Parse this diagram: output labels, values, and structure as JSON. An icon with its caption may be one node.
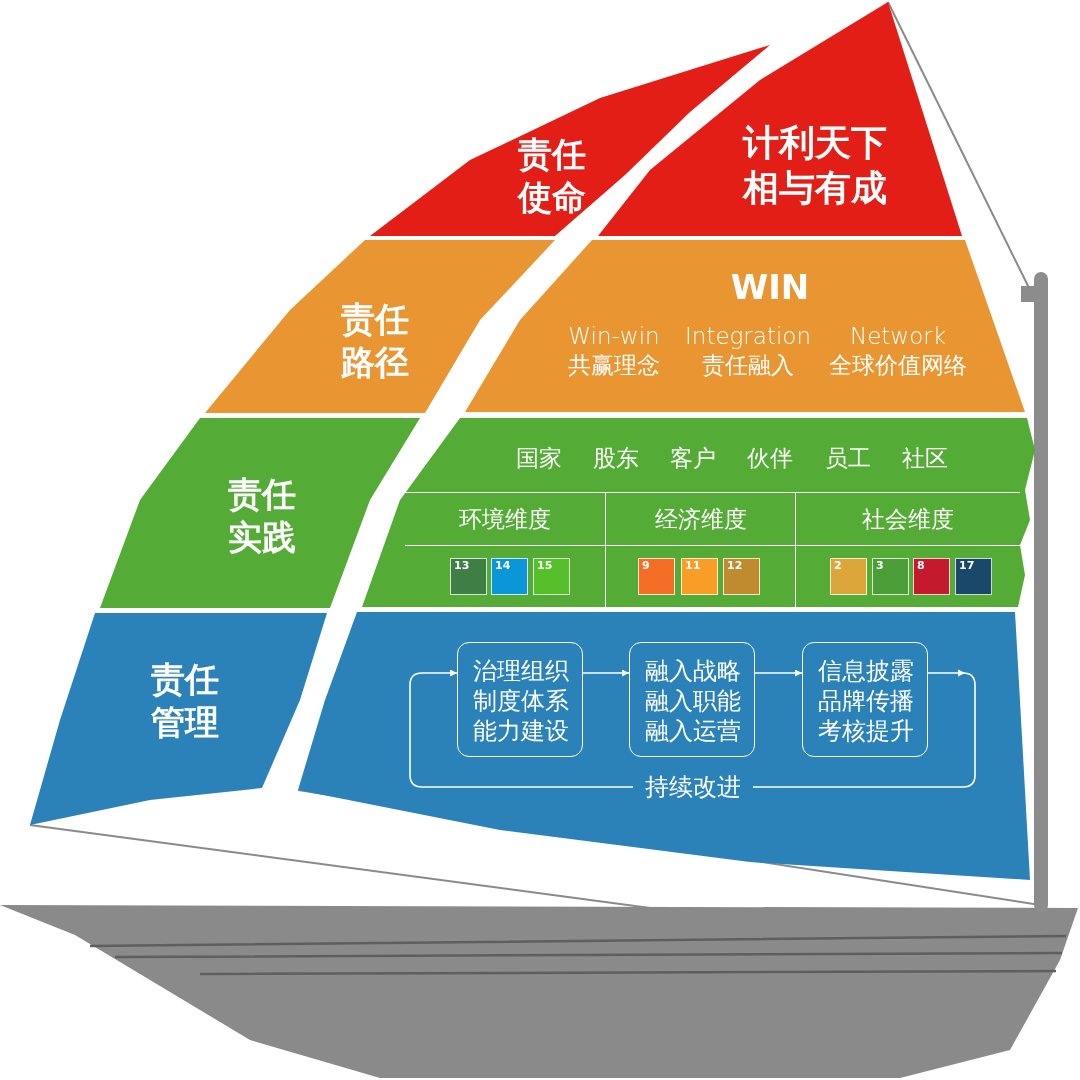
{
  "diagram": {
    "nodes": [
      {
        "text": [
          "责任使命"
        ]
      },
      {
        "text": [
          "计利天下相与有成"
        ]
      },
      {
        "text": [
          "责任路径"
        ]
      },
      {
        "text": [
          "WIN",
          "Win-win 共赢理念",
          "Integration 责任融入",
          "Network 全球价值网络"
        ]
      },
      {
        "text": [
          "责任实践"
        ]
      },
      {
        "text": [
          "国家",
          "股东",
          "客户",
          "伙伴",
          "员工",
          "社区"
        ]
      },
      {
        "text": [
          "环境维度"
        ],
        "in": 5
      },
      {
        "text": [
          "经济维度"
        ],
        "in": 5
      },
      {
        "text": [
          "社会维度"
        ],
        "in": 5
      },
      {
        "text": [
          "责任管理"
        ]
      },
      {
        "text": [],
        "shape": "box"
      },
      {
        "text": [
          "治理组织制度体系能力建设"
        ],
        "in": 10
      },
      {
        "text": [
          "融入战略融入职能融入运营"
        ],
        "in": 10
      },
      {
        "text": [
          "信息披露品牌传播考核提升"
        ],
        "in": 10
      }
    ],
    "edges": [
      {
        "from": 11,
        "to": 12,
        "arrow": "to"
      },
      {
        "from": 12,
        "to": 13,
        "arrow": "to"
      },
      {
        "from": 13,
        "to": 11,
        "arrow": "to",
        "label": "持续改进"
      }
    ],
    "labels": [
      "13",
      "14",
      "15",
      "9",
      "11",
      "12",
      "2",
      "3",
      "8",
      "17"
    ]
  }
}
